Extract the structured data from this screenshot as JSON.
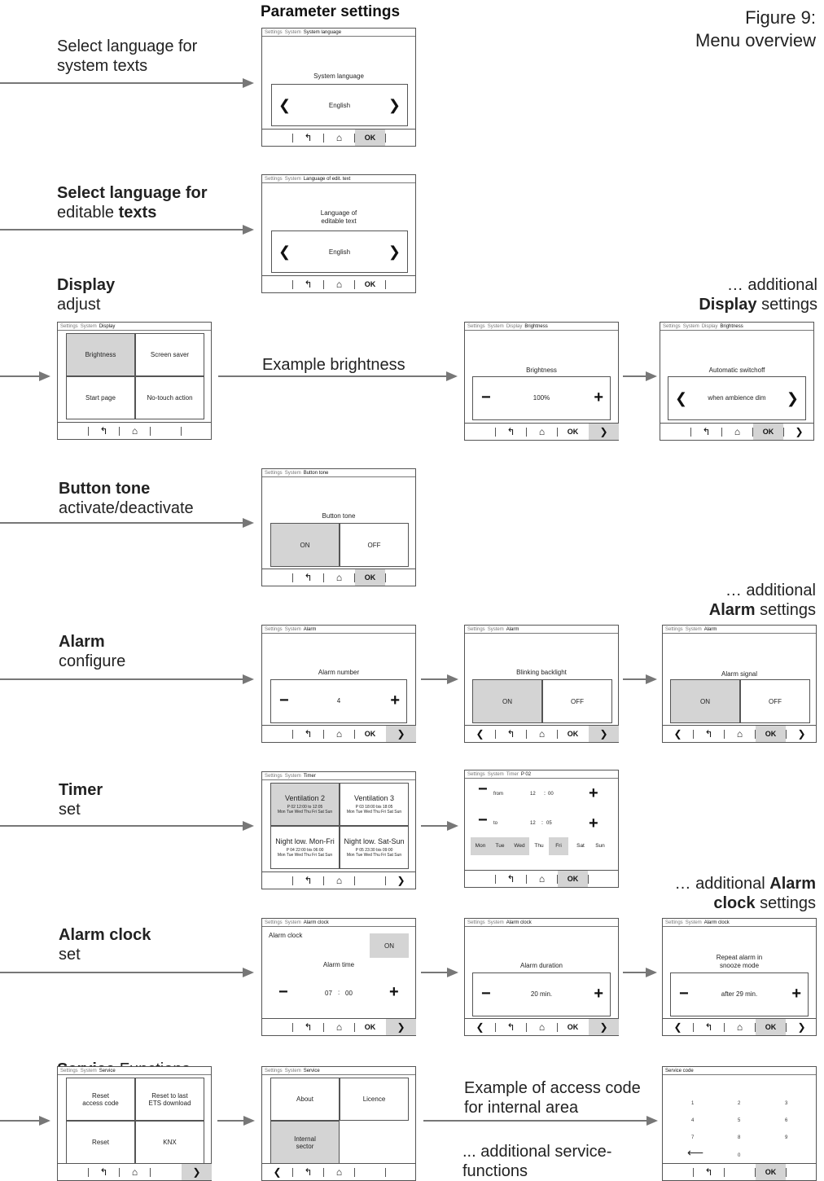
{
  "figure": {
    "line1": "Figure 9:",
    "line2": "Menu overview"
  },
  "header": "Parameter settings",
  "labels": {
    "lang_sys_1": "Select language for",
    "lang_sys_2": "system texts",
    "lang_edit_1a": "Select language for",
    "lang_edit_2a": "editable",
    "lang_edit_2b": "texts",
    "display_1": "Display",
    "display_2": "adjust",
    "example_brightness": "Example brightness",
    "add_display_1": "… additional",
    "add_display_2a": "Display",
    "add_display_2b": "settings",
    "button_tone_1": "Button tone",
    "button_tone_2": "activate/deactivate",
    "add_alarm_1": "… additional",
    "add_alarm_2a": "Alarm",
    "add_alarm_2b": "settings",
    "alarm_1": "Alarm",
    "alarm_2": "configure",
    "timer_1": "Timer",
    "timer_2": "set",
    "add_alarmclock_1a": "… additional",
    "add_alarmclock_1b": "Alarm",
    "add_alarmclock_2a": "clock",
    "add_alarmclock_2b": "settings",
    "alarmclock_1": "Alarm clock",
    "alarmclock_2": "set",
    "service_1a": "Service",
    "service_1b": "Functions",
    "access_1": "Example of access code",
    "access_2": "for internal area",
    "addservice_1": "... additional service-",
    "addservice_2": "functions"
  },
  "crumbs": {
    "settings": "Settings",
    "system": "System",
    "display": "Display",
    "alarm": "Alarm",
    "timer": "Timer",
    "sys_lang": "System language",
    "lang_edit": "Language of edit. text",
    "brightness": "Brightness",
    "button_tone": "Button tone",
    "p02": "P  02",
    "alarm_clock": "Alarm clock",
    "service": "Service",
    "service_code": "Service code"
  },
  "screens": {
    "sys_lang_title": "System language",
    "english": "English",
    "lang_edit_title1": "Language of",
    "lang_edit_title2": "editable text",
    "disp_brightness": "Brightness",
    "disp_screensaver": "Screen saver",
    "disp_startpage": "Start page",
    "disp_notouch": "No-touch action",
    "bright_title": "Brightness",
    "bright_val": "100%",
    "auto_title": "Automatic switchoff",
    "auto_val": "when ambience dim",
    "tone_title": "Button tone",
    "on": "ON",
    "off": "OFF",
    "alarm_num_title": "Alarm number",
    "alarm_num_val": "4",
    "blink_title": "Blinking backlight",
    "signal_title": "Alarm signal",
    "vent2": "Ventilation 2",
    "vent2_s1": "P 02  12:00 to 12:05",
    "vent2_s2": "Mon Tue Wed Thu Fri Sat Sun",
    "vent3": "Ventilation 3",
    "vent3_s1": "P 03  18:00 bis 18:05",
    "vent3_s2": "Mon Tue Wed Thu Fri Sat Sun",
    "night1": "Night low. Mon-Fri",
    "night1_s1": "P 04  22:00 bis 06:00",
    "night1_s2": "Mon Tue Wed Thu Fri Sat Sun",
    "night2": "Night low. Sat-Sun",
    "night2_s1": "P 05  23:30 bis 09:00",
    "night2_s2": "Mon Tue Wed Thu Fri Sat Sun",
    "from": "from",
    "to": "to",
    "from_h": "12",
    "from_m": "00",
    "to_h": "12",
    "to_m": "05",
    "colon": ":",
    "days": [
      "Mon",
      "Tue",
      "Wed",
      "Thu",
      "Fri",
      "Sat",
      "Sun"
    ],
    "ac_label": "Alarm clock",
    "ac_time_title": "Alarm time",
    "ac_h": "07",
    "ac_m": "00",
    "ac_dur_title": "Alarm duration",
    "ac_dur_val": "20 min.",
    "repeat_1": "Repeat alarm in",
    "repeat_2": "snooze mode",
    "repeat_val": "after 29 min.",
    "reset_access_1": "Reset",
    "reset_access_2": "access code",
    "reset_ets_1": "Reset to last",
    "reset_ets_2": "ETS download",
    "reset": "Reset",
    "knx": "KNX",
    "about": "About",
    "licence": "Licence",
    "internal_1": "Internal",
    "internal_2": "sector",
    "keys": [
      "1",
      "2",
      "3",
      "4",
      "5",
      "6",
      "7",
      "8",
      "9",
      "0"
    ],
    "ok": "OK"
  }
}
